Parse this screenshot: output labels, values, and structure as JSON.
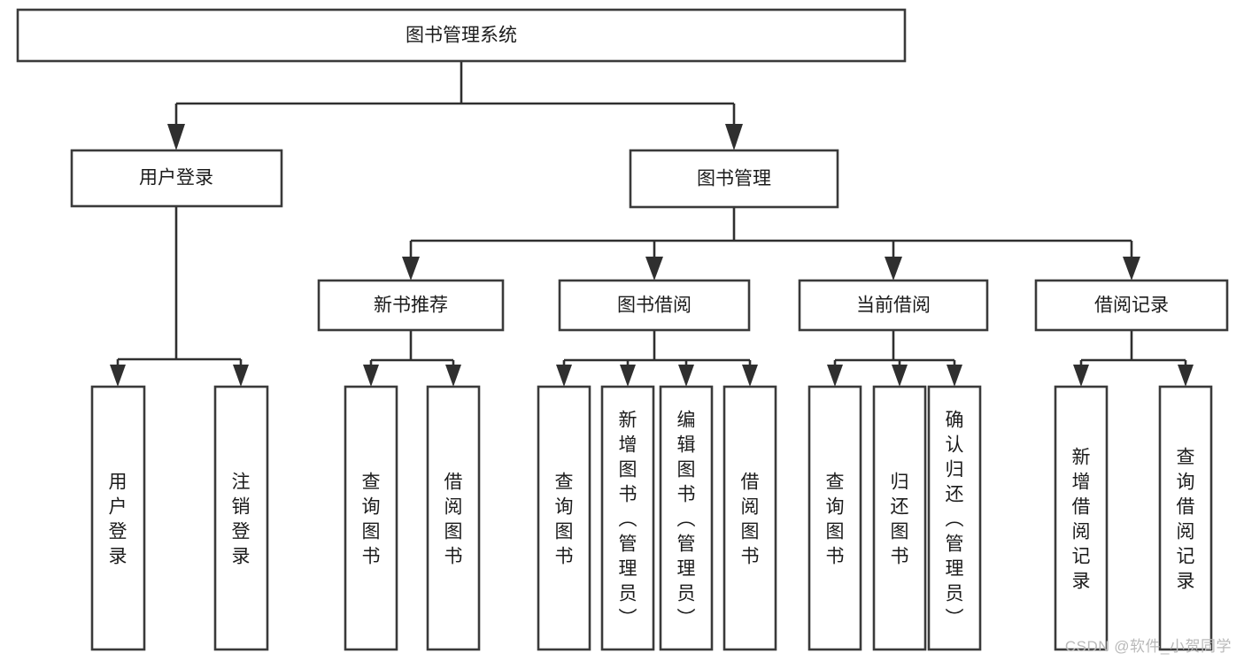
{
  "diagram": {
    "type": "hierarchy-tree",
    "title": "图书管理系统",
    "watermark": "CSDN @软件_小贺同学",
    "colors": {
      "box_stroke": "#3a3a3a",
      "box_fill": "#ffffff",
      "connector": "#2f2f2f",
      "label": "#1b1b1b",
      "watermark": "#b9b9b9",
      "background": "#ffffff"
    },
    "root": {
      "id": "root",
      "label": "图书管理系统"
    },
    "level2": [
      {
        "id": "user-login",
        "label": "用户登录"
      },
      {
        "id": "book-manage",
        "label": "图书管理"
      }
    ],
    "level3": [
      {
        "id": "new-book-rec",
        "label": "新书推荐"
      },
      {
        "id": "book-borrow",
        "label": "图书借阅"
      },
      {
        "id": "current-borrow",
        "label": "当前借阅"
      },
      {
        "id": "borrow-record",
        "label": "借阅记录"
      }
    ],
    "leaves": {
      "user-login": [
        {
          "id": "leaf-user-login",
          "label": "用户登录"
        },
        {
          "id": "leaf-logout",
          "label": "注销登录"
        }
      ],
      "new-book-rec": [
        {
          "id": "leaf-query-book-1",
          "label": "查询图书"
        },
        {
          "id": "leaf-borrow-book-1",
          "label": "借阅图书"
        }
      ],
      "book-borrow": [
        {
          "id": "leaf-query-book-2",
          "label": "查询图书"
        },
        {
          "id": "leaf-add-book",
          "label": "新增图书（管理员）"
        },
        {
          "id": "leaf-edit-book",
          "label": "编辑图书（管理员）"
        },
        {
          "id": "leaf-borrow-book-2",
          "label": "借阅图书"
        }
      ],
      "current-borrow": [
        {
          "id": "leaf-query-book-3",
          "label": "查询图书"
        },
        {
          "id": "leaf-return-book",
          "label": "归还图书"
        },
        {
          "id": "leaf-confirm-return",
          "label": "确认归还（管理员）"
        }
      ],
      "borrow-record": [
        {
          "id": "leaf-add-record",
          "label": "新增借阅记录"
        },
        {
          "id": "leaf-query-record",
          "label": "查询借阅记录"
        }
      ]
    }
  }
}
